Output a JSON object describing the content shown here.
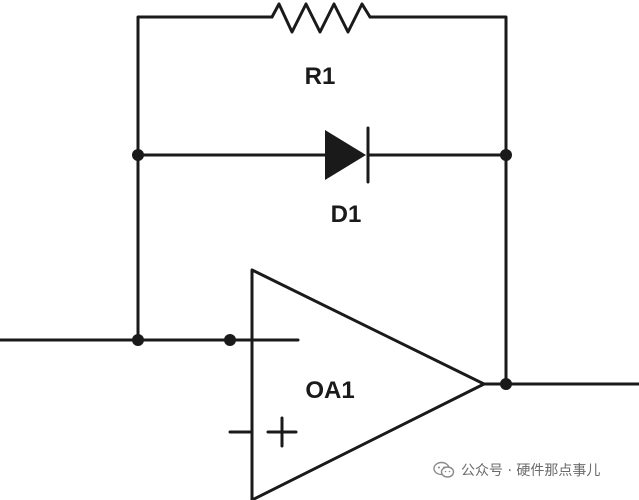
{
  "labels": {
    "resistor": "R1",
    "diode": "D1",
    "opamp": "OA1",
    "minus_sign": "−",
    "plus_sign": "+"
  },
  "watermark": {
    "text": "公众号 · 硬件那点事儿",
    "icon": "wechat-icon"
  },
  "colors": {
    "line": "#1a1a1a",
    "background": "#ffffff",
    "watermark": "#6b6b6b"
  }
}
